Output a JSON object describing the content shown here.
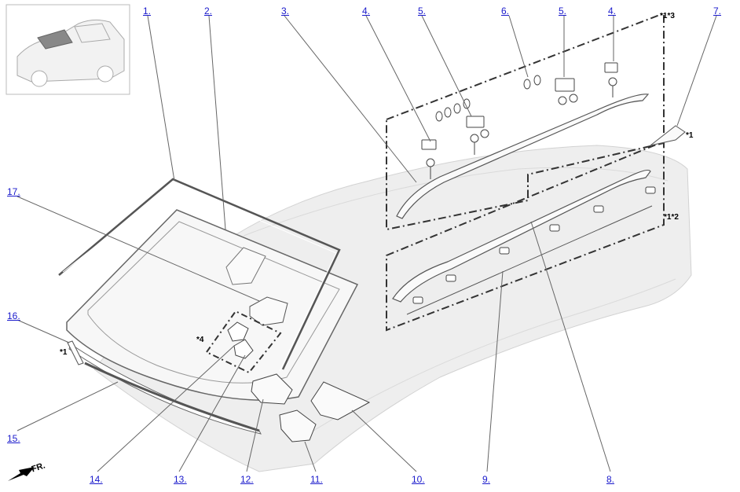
{
  "diagram": {
    "callouts": {
      "c1": "1.",
      "c2": "2.",
      "c3": "3.",
      "c4a": "4.",
      "c5a": "5.",
      "c6": "6.",
      "c5b": "5.",
      "c4b": "4.",
      "c7": "7.",
      "c17": "17.",
      "c16": "16.",
      "c15": "15.",
      "c14": "14.",
      "c13": "13.",
      "c12": "12.",
      "c11": "11.",
      "c10": "10.",
      "c9": "9.",
      "c8": "8."
    },
    "notes": {
      "n13": "*1*3",
      "n1_right": "*1",
      "n12": "*1*2",
      "n4": "*4",
      "n1_left": "*1"
    },
    "direction": "FR.",
    "colors": {
      "callout": "#1a1acc",
      "line": "#555555",
      "car_fill": "#ececec",
      "car_stroke": "#cfcfcf"
    }
  }
}
